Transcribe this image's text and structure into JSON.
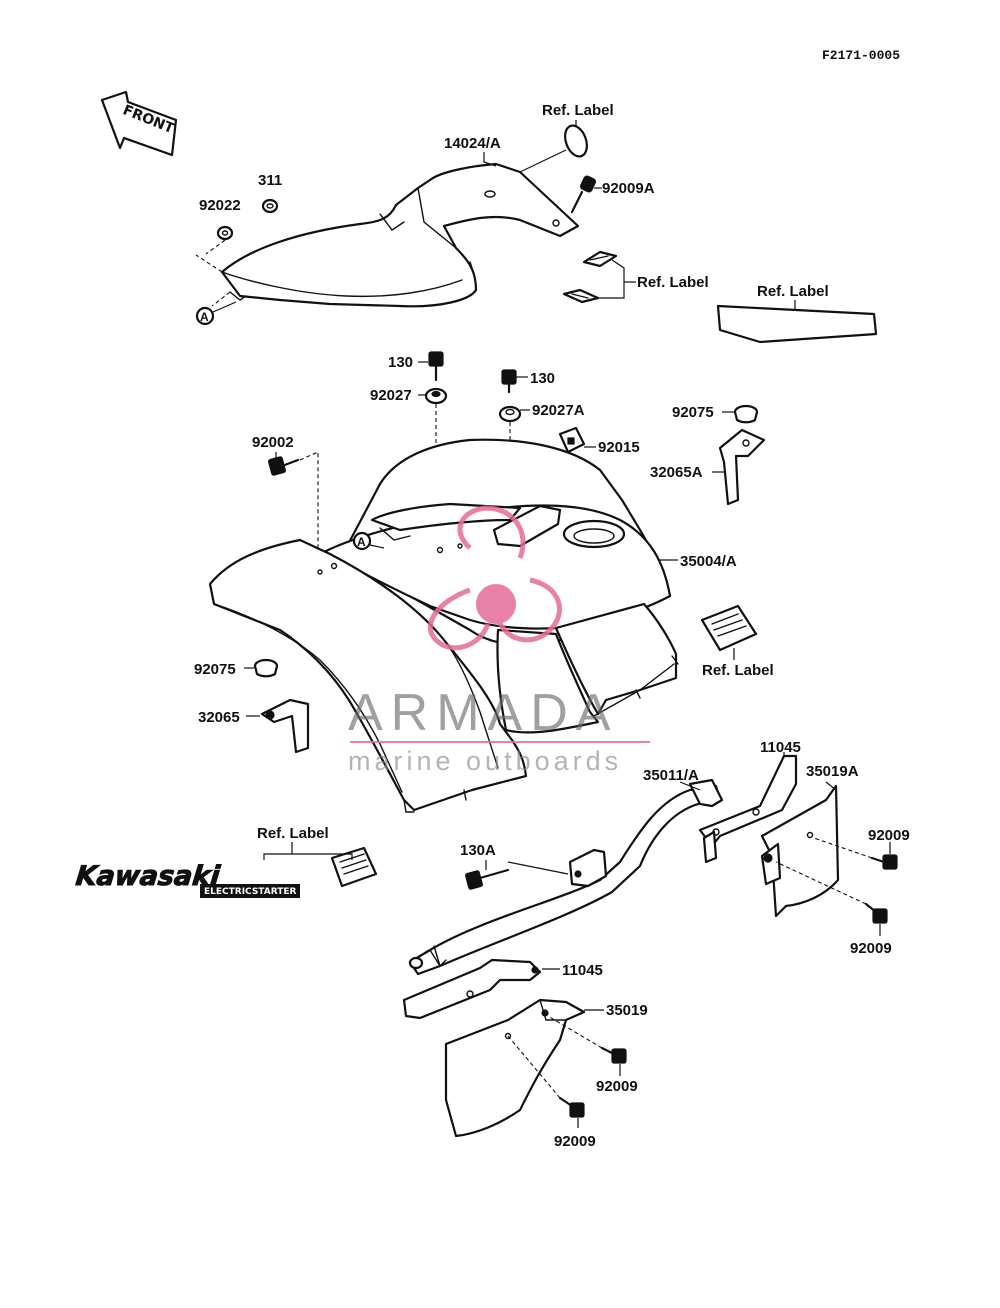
{
  "drawing_code": "F2171-0005",
  "front_arrow": "FRONT",
  "watermark": {
    "brand": "ARMADA",
    "tagline": "marine outboards",
    "accent_color": "#e46a9a"
  },
  "decal": {
    "brand": "Kawasaki",
    "sub": "ELECTRICSTARTER"
  },
  "callout_ref": "A",
  "labels": {
    "drawing_code": "F2171-0005",
    "ref_label_1": "Ref. Label",
    "p14024a": "14024/A",
    "p92009a": "92009A",
    "p311": "311",
    "p92022": "92022",
    "ref_label_2": "Ref. Label",
    "ref_label_3": "Ref. Label",
    "p130_1": "130",
    "p130_2": "130",
    "p92027": "92027",
    "p92027a": "92027A",
    "p92015": "92015",
    "p92075_1": "92075",
    "p32065a": "32065A",
    "p92002": "92002",
    "p35004a": "35004/A",
    "ref_label_4": "Ref. Label",
    "p92075_2": "92075",
    "p32065": "32065",
    "p11045_1": "11045",
    "p35011a": "35011/A",
    "p35019a": "35019A",
    "ref_label_5": "Ref. Label",
    "p130a": "130A",
    "p92009_1": "92009",
    "p92009_2": "92009",
    "p11045_2": "11045",
    "p35019": "35019",
    "p92009_3": "92009",
    "p92009_4": "92009"
  }
}
